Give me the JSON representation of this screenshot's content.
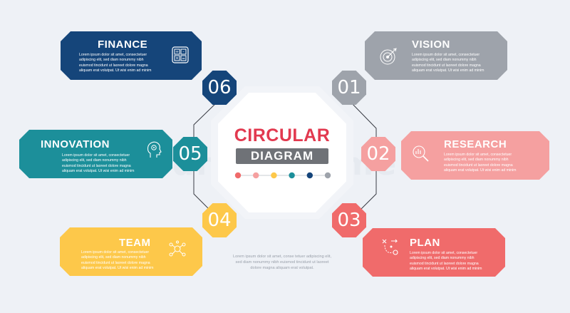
{
  "center": {
    "title": "CIRCULAR",
    "subtitle": "DIAGRAM"
  },
  "watermark": "dreamstime",
  "footer_text": "Lorem ipsum dolor sit amet, conse tetuer adipiscing elit, sed diam nonummy nibh euismod tincidunt ut laoreet dolore magna aliquam erat volutpat.",
  "steps": [
    {
      "number": "01",
      "title": "VISION",
      "body": "Lorem ipsum dolor sit amet, consectetuer adipiscing elit, sed diam nonummy nibh euismod tincidunt ut laoreet dolore magna aliquam erat volutpat. Ut wisi enim ad minim",
      "color": "#9ea3ab",
      "icon": "target-icon"
    },
    {
      "number": "02",
      "title": "RESEARCH",
      "body": "Lorem ipsum dolor sit amet, consectetuer adipiscing elit, sed diam nonummy nibh euismod tincidunt ut laoreet dolore magna aliquam erat volutpat. Ut wisi enim ad minim",
      "color": "#f5a0a0",
      "icon": "magnifier-chart-icon"
    },
    {
      "number": "03",
      "title": "PLAN",
      "body": "Lorem ipsum dolor sit amet, consectetuer adipiscing elit, sed diam nonummy nibh euismod tincidunt ut laoreet dolore magna aliquam erat volutpat. Ut wisi enim ad minim",
      "color": "#f06b6b",
      "icon": "strategy-icon"
    },
    {
      "number": "04",
      "title": "TEAM",
      "body": "Lorem ipsum dolor sit amet, consectetuer adipiscing elit, sed diam nonummy nibh euismod tincidunt ut laoreet dolore magna aliquam erat volutpat. Ut wisi enim ad minim",
      "color": "#fdc84a",
      "icon": "team-network-icon"
    },
    {
      "number": "05",
      "title": "INNOVATION",
      "body": "Lorem ipsum dolor sit amet, consectetuer adipiscing elit, sed diam nonummy nibh euismod tincidunt ut laoreet dolore magna aliquam erat volutpat. Ut wisi enim ad minim",
      "color": "#1c8f9a",
      "icon": "head-gear-icon"
    },
    {
      "number": "06",
      "title": "FINANCE",
      "body": "Lorem ipsum dolor sit amet, consectetuer adipiscing elit, sed diam nonummy nibh euismod tincidunt ut laoreet dolore magna aliquam erat volutpat. Ut wisi enim ad minim",
      "color": "#15457a",
      "icon": "calculator-icon"
    }
  ],
  "dot_colors": [
    "#f06b6b",
    "#f5a0a0",
    "#fdc84a",
    "#1c8f9a",
    "#15457a",
    "#9ea3ab"
  ],
  "bg_color": "#eef1f6",
  "connector_color": "#3a3d45"
}
